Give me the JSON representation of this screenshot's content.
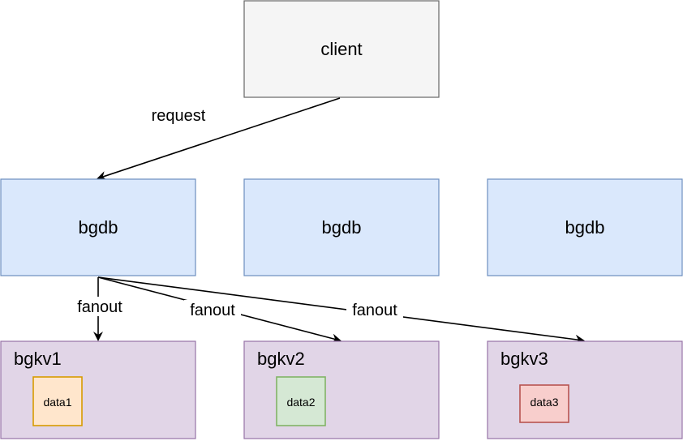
{
  "diagram": {
    "client": {
      "label": "client",
      "fill": "#f5f5f5",
      "stroke": "#666666"
    },
    "bgdb_nodes": [
      {
        "label": "bgdb"
      },
      {
        "label": "bgdb"
      },
      {
        "label": "bgdb"
      }
    ],
    "bgdb_style": {
      "fill": "#dae8fc",
      "stroke": "#6c8ebf"
    },
    "bgkv_nodes": [
      {
        "label": "bgkv1",
        "data_label": "data1",
        "data_fill": "#ffe6cc",
        "data_stroke": "#d79b00"
      },
      {
        "label": "bgkv2",
        "data_label": "data2",
        "data_fill": "#d5e8d4",
        "data_stroke": "#82b366"
      },
      {
        "label": "bgkv3",
        "data_label": "data3",
        "data_fill": "#f8cecc",
        "data_stroke": "#b85450"
      }
    ],
    "bgkv_style": {
      "fill": "#e1d5e7",
      "stroke": "#9673a6"
    },
    "edges": {
      "request_label": "request",
      "fanout_labels": [
        "fanout",
        "fanout",
        "fanout"
      ]
    }
  }
}
